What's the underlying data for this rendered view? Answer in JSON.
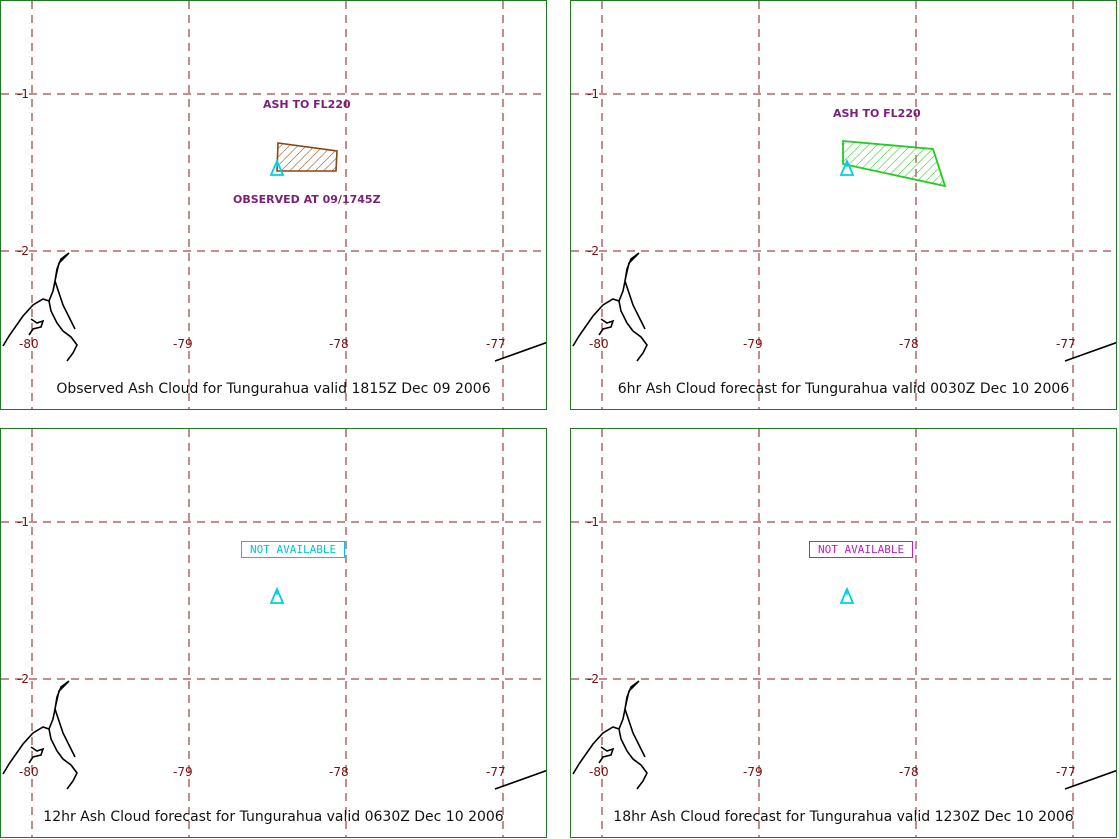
{
  "colors": {
    "grid": "#8b1a1a",
    "tick": "#7a1010",
    "border": "#1f7a1f",
    "volcano": "#00d0e0",
    "annotation": "#7a1f7a",
    "observed_cloud": "#8b4513",
    "forecast_cloud": "#22cc22",
    "na_cyan": "#00c8d8",
    "na_magenta": "#c020c0"
  },
  "map": {
    "lon_labels": [
      "-80",
      "-79",
      "-78",
      "-77"
    ],
    "lat_labels": [
      "-1",
      "-2"
    ]
  },
  "panels": [
    {
      "caption": "Observed Ash Cloud for Tungurahua valid 1815Z Dec 09 2006",
      "annotation_top": "ASH TO FL220",
      "annotation_bottom": "OBSERVED AT 09/1745Z",
      "status": ""
    },
    {
      "caption": "6hr Ash Cloud forecast for Tungurahua valid 0030Z Dec 10 2006",
      "annotation_top": "ASH TO FL220",
      "annotation_bottom": "",
      "status": ""
    },
    {
      "caption": "12hr Ash Cloud forecast for Tungurahua valid 0630Z Dec 10 2006",
      "annotation_top": "",
      "annotation_bottom": "",
      "status": "NOT AVAILABLE"
    },
    {
      "caption": "18hr Ash Cloud forecast for Tungurahua valid 1230Z Dec 10 2006",
      "annotation_top": "",
      "annotation_bottom": "",
      "status": "NOT AVAILABLE"
    }
  ]
}
